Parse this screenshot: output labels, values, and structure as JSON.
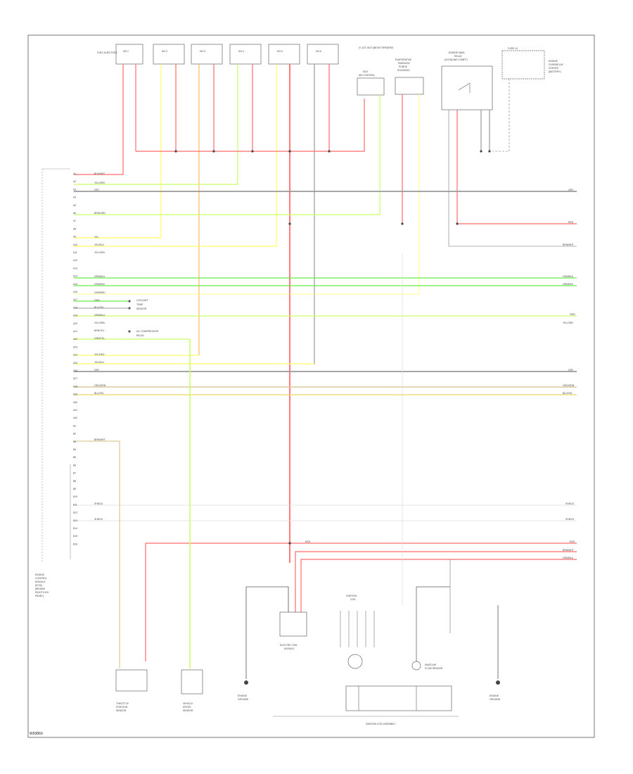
{
  "footer_code": "W93869",
  "colors": {
    "red": "#ff6b6b",
    "yellow": "#ffff66",
    "green": "#66ee44",
    "yellow_green": "#ccff66",
    "gray": "#9a9a9a",
    "orange": "#ffbb66",
    "tan": "#dccb96",
    "light_gray": "#dddddd",
    "frame": "#555555"
  },
  "labels": {
    "top_note": "(*) 1ST, BUT ABOVE REPAIRED",
    "fuel_injectors": "FUEL INJECTORS",
    "inj1": "NO.1",
    "inj2": "NO.2",
    "inj3": "NO.3",
    "inj4": "NO.4",
    "inj5": "NO.5",
    "inj6": "NO.6",
    "comp_a1": "IDLE",
    "comp_a2": "AIR CONTROL",
    "comp_b1": "EVAPORATIVE",
    "comp_b2": "EMISSION",
    "comp_b3": "PURGE",
    "comp_b4": "SOLENOID",
    "comp_c1": "ENGINE MAIN",
    "comp_c2": "RELAY",
    "comp_c3": "(IN ENGINE COMPT)",
    "comp_d1": "FUSE 19",
    "comp_d2": "ENGINE",
    "comp_d3": "FUSE/RELAY",
    "comp_d4": "CENTER",
    "comp_d5": "(BATTERY)",
    "note1": "COOLANT",
    "note2": "TEMP",
    "note3": "SENSOR",
    "note4": "A/C COMPRESSOR",
    "note5": "RELAY",
    "ecm1": "ENGINE",
    "ecm2": "CONTROL",
    "ecm3": "MODULE",
    "ecm4": "(ECM)",
    "ecm5": "(BEHIND",
    "ecm6": "RIGHT KICK",
    "ecm7": "PANEL)",
    "bot1a": "THROTTLE",
    "bot1b": "POSITION",
    "bot1c": "SENSOR",
    "bot2a": "VEHICLE",
    "bot2b": "SPEED",
    "bot2c": "SENSOR",
    "bot3a": "ENGINE",
    "bot3b": "GROUND",
    "bot4a": "ELECTRIC FAN",
    "bot4b": "MODULE",
    "bot5a": "IGNITION",
    "bot5b": "COIL",
    "bot6a": "MASS AIR",
    "bot6b": "FLOW SENSOR",
    "bot7a": "ENGINE",
    "bot7b": "GROUND",
    "bottom_assembly": "IGNITION COIL ASSEMBLY",
    "row_labels": {
      "r1": "BLK/WHT",
      "r2": "YEL/GRN",
      "r3": "GRY",
      "r4": "BRN/GRN",
      "r5": "YEL",
      "r6": "YEL/BLU",
      "r7": "YEL/GRN",
      "r8": "GRN/BLU",
      "r9": "GRN/BLK",
      "r10": "GRN/RED",
      "r11": "GRN",
      "r12": "BLU/YEL",
      "r13": "GRN/BLU",
      "r14": "YEL/GRN",
      "r15": "BRN/YEL",
      "r16": "GRN/YEL",
      "r17": "YEL/RED",
      "r18": "YEL/BLU",
      "r19": "GRY",
      "r20": "ORG/GRN",
      "r21": "BLU/YEL",
      "r22": "BRN/WHT",
      "r23": "SHIELD",
      "r24": "SHIELD",
      "r25": "RED",
      "r26": "BRN/WHT",
      "r27": "GRN/BLU"
    },
    "right_labels": {
      "r3": "GRY",
      "r5": "RED",
      "r6": "BRN/WHT",
      "r8": "GRN/BLU",
      "r9": "GRN/BLK",
      "r11": "GRN",
      "r12": "YEL/GRN",
      "r19": "GRY",
      "r20": "ORG/GRN",
      "r21": "BLU/YEL",
      "r23": "SHIELD",
      "r24": "SHIELD",
      "r25": "RED",
      "r26": "BRN/WHT",
      "r27": "GRN/BLU"
    },
    "pins": [
      "A1",
      "A2",
      "A3",
      "A4",
      "A5",
      "A6",
      "A7",
      "A8",
      "A9",
      "A10",
      "A11",
      "A12",
      "A13",
      "A14",
      "A15",
      "A16",
      "A17",
      "A18",
      "A19",
      "A20",
      "A21",
      "A22",
      "A23",
      "A24",
      "A25",
      "A26",
      "A27",
      "A28",
      "A29",
      "A30",
      "A31",
      "A32",
      "B1",
      "B2",
      "B3",
      "B4",
      "B5",
      "B6",
      "B7",
      "B8",
      "B9",
      "B10",
      "B11",
      "B12",
      "B13",
      "B14",
      "B15",
      "B16"
    ]
  }
}
